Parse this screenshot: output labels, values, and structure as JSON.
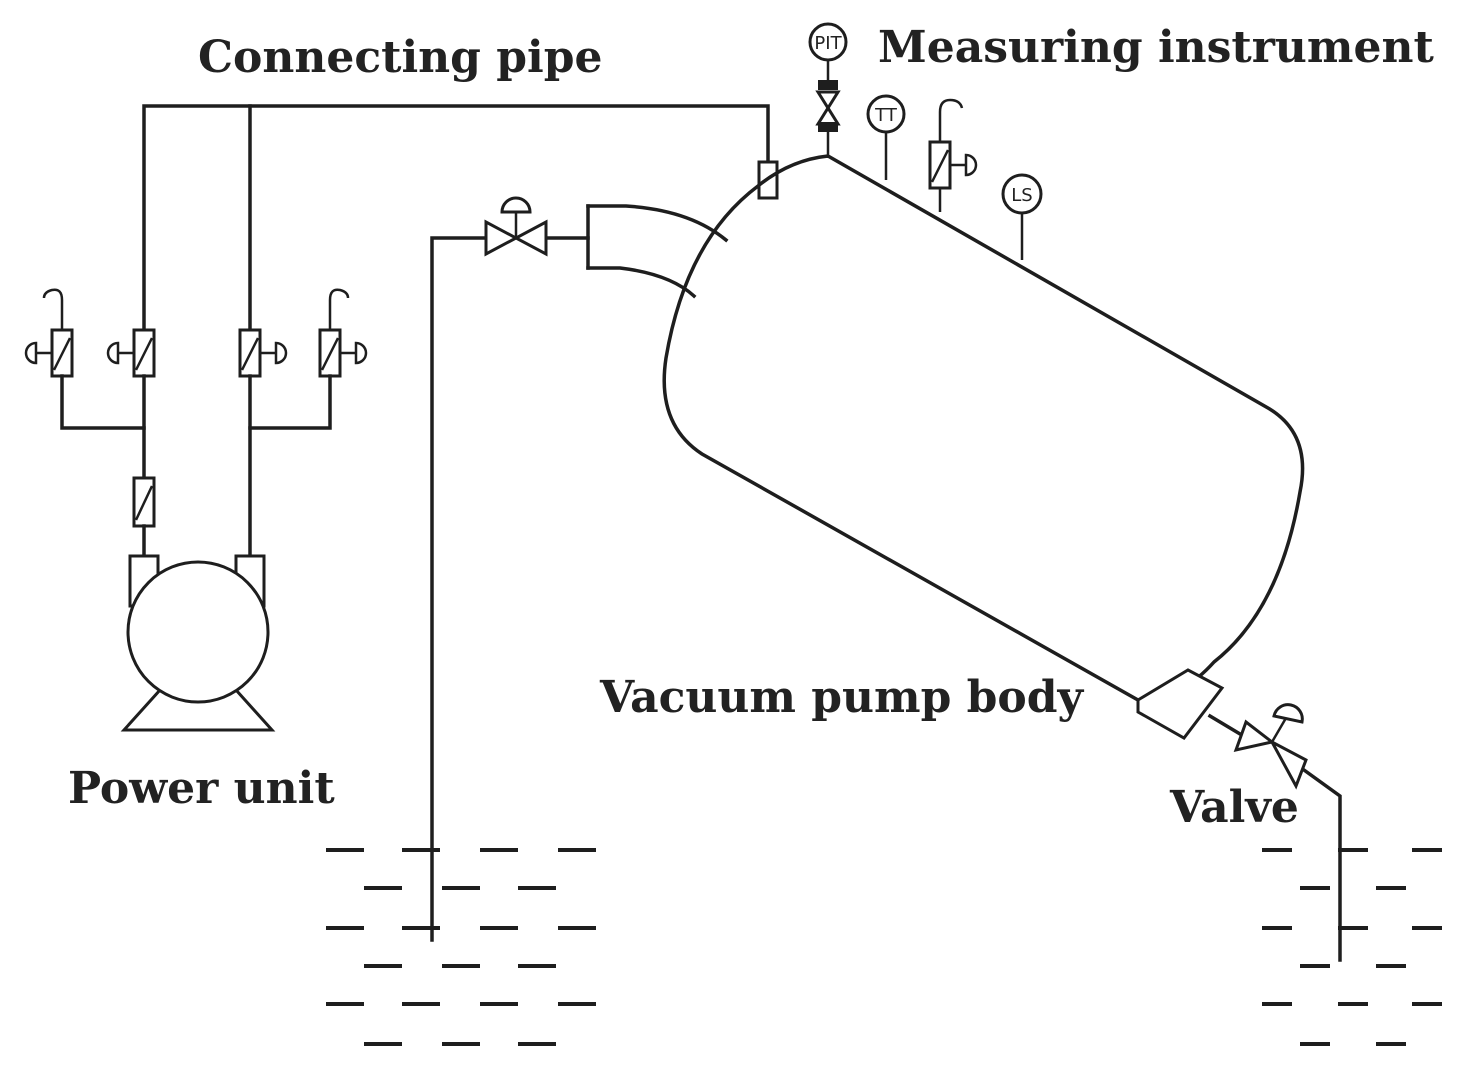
{
  "labels": {
    "connecting_pipe": "Connecting pipe",
    "measuring_instrument": "Measuring instrument",
    "vacuum_pump_body": "Vacuum pump body",
    "power_unit": "Power unit",
    "valve": "Valve"
  },
  "instrument_tags": {
    "pressure": "PIT",
    "temperature": "TT",
    "level": "LS"
  },
  "colors": {
    "line": "#1e1e1e",
    "background": "#ffffff"
  }
}
